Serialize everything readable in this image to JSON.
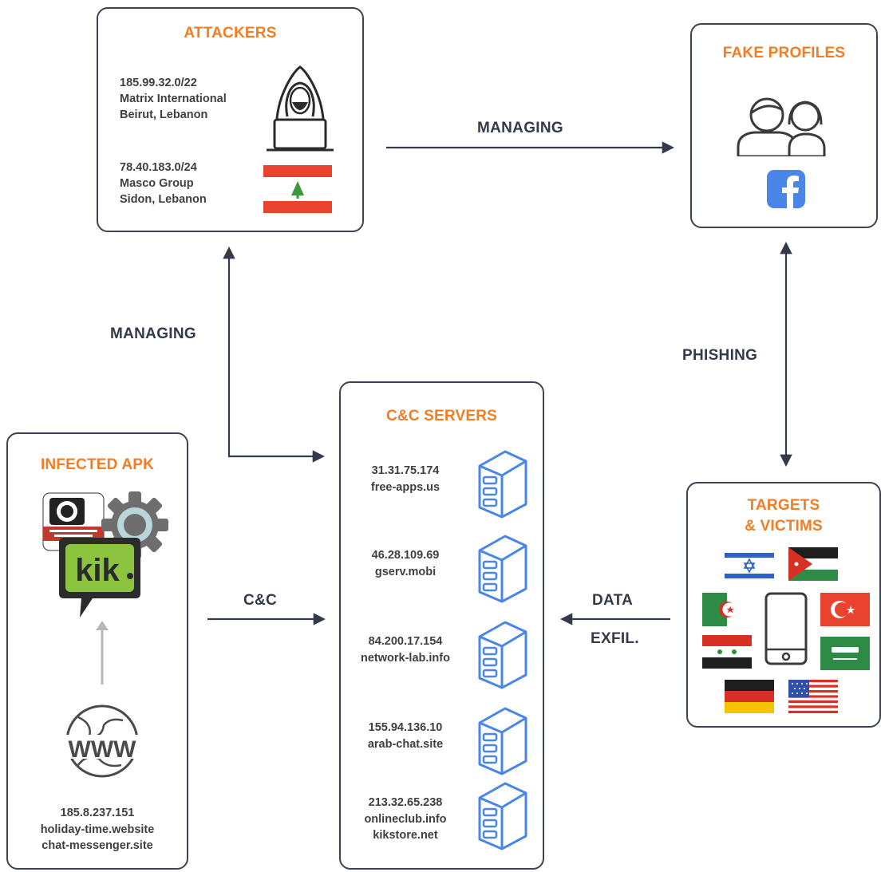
{
  "attackers": {
    "title": "ATTACKERS",
    "entries": [
      {
        "ip": "185.99.32.0/22",
        "org": "Matrix International",
        "loc": "Beirut, Lebanon"
      },
      {
        "ip": "78.40.183.0/24",
        "org": "Masco Group",
        "loc": "Sidon, Lebanon"
      }
    ]
  },
  "fake_profiles": {
    "title": "FAKE PROFILES"
  },
  "cc_servers": {
    "title": "C&C SERVERS",
    "servers": [
      {
        "ip": "31.31.75.174",
        "hosts": [
          "free-apps.us"
        ]
      },
      {
        "ip": "46.28.109.69",
        "hosts": [
          "gserv.mobi"
        ]
      },
      {
        "ip": "84.200.17.154",
        "hosts": [
          "network-lab.info"
        ]
      },
      {
        "ip": "155.94.136.10",
        "hosts": [
          "arab-chat.site"
        ]
      },
      {
        "ip": "213.32.65.238",
        "hosts": [
          "onlineclub.info",
          "kikstore.net"
        ]
      }
    ]
  },
  "infected_apk": {
    "title": "INFECTED APK",
    "www_label": "WWW",
    "kik_label": "kik",
    "ip": "185.8.237.151",
    "hosts": [
      "holiday-time.website",
      "chat-messenger.site"
    ]
  },
  "targets": {
    "title_line1": "TARGETS",
    "title_line2": "& VICTIMS"
  },
  "edges": {
    "managing_top": "MANAGING",
    "managing_left": "MANAGING",
    "phishing": "PHISHING",
    "cc": "C&C",
    "data_line1": "DATA",
    "data_line2": "EXFIL."
  },
  "colors": {
    "accent": "#f47c22",
    "border": "#3d4352",
    "arrow": "#333a4a",
    "server": "#4a86e8",
    "facebook": "#4a86e8"
  }
}
